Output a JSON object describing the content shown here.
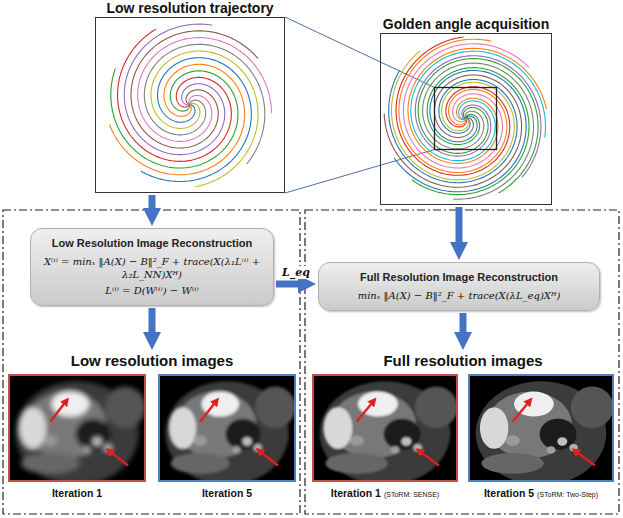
{
  "diagram": {
    "nodes": [
      {
        "text": [
          "Low resolution trajectory"
        ]
      },
      {
        "text": [
          "Golden angle acquisition"
        ]
      },
      {
        "text": [
          "Low Resolution Image Reconstruction",
          "X⁽ⁱ⁾ = minₓ ‖A(X) − B‖²_F + trace(X(λ₁L⁽ⁱ⁾ + λ₂L_NN)Xᴴ)",
          "L⁽ⁱ⁾ = D(W⁽ⁱ⁾) − W⁽ⁱ⁾"
        ]
      },
      {
        "text": [
          "Low resolution images"
        ]
      },
      {
        "text": [
          "Iteration 1"
        ],
        "in": 3
      },
      {
        "text": [
          "Iteration 5"
        ],
        "in": 3
      },
      {
        "text": [
          "Full Resolution Image Reconstruction",
          "minₓ ‖A(X) − B‖²_F + trace(X(λL_eq)Xᴴ)"
        ]
      },
      {
        "text": [
          "Full resolution images"
        ]
      },
      {
        "text": [
          "Iteration 1",
          "(SToRM: SENSE)"
        ],
        "in": 7
      },
      {
        "text": [
          "Iteration 5",
          "(SToRM: Two-Step)"
        ],
        "in": 7
      }
    ],
    "edges": [
      {
        "from": 0,
        "to": 2,
        "arrow": "to"
      },
      {
        "from": 1,
        "to": 6,
        "arrow": "to"
      },
      {
        "from": 2,
        "to": 6,
        "arrow": "to",
        "label": "L_eq"
      },
      {
        "from": 2,
        "to": 3,
        "arrow": "to"
      },
      {
        "from": 6,
        "to": 7,
        "arrow": "to"
      }
    ]
  }
}
